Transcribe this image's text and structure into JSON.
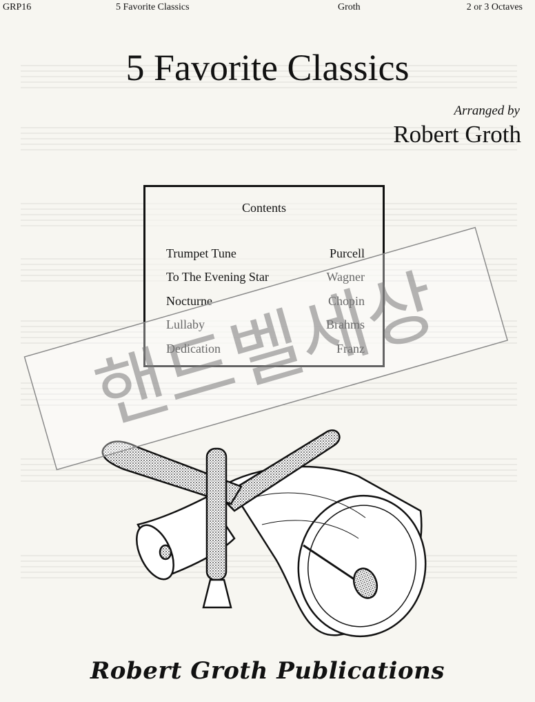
{
  "header": {
    "code": "GRP16",
    "title": "5 Favorite Classics",
    "composer": "Groth",
    "octaves": "2 or 3 Octaves"
  },
  "title": "5 Favorite Classics",
  "arranged_by_label": "Arranged by",
  "arranger": "Robert Groth",
  "contents": {
    "heading": "Contents",
    "items": [
      {
        "piece": "Trumpet Tune",
        "composer": "Purcell"
      },
      {
        "piece": "To The Evening Star",
        "composer": "Wagner"
      },
      {
        "piece": "Nocturne",
        "composer": "Chopin"
      },
      {
        "piece": "Lullaby",
        "composer": "Brahms"
      },
      {
        "piece": "Dedication",
        "composer": "Franz"
      }
    ]
  },
  "watermark_text": "핸드벨세상",
  "publisher": "Robert Groth Publications",
  "colors": {
    "paper": "#f7f6f1",
    "ink": "#111111",
    "watermark": "#8a8a8a"
  }
}
